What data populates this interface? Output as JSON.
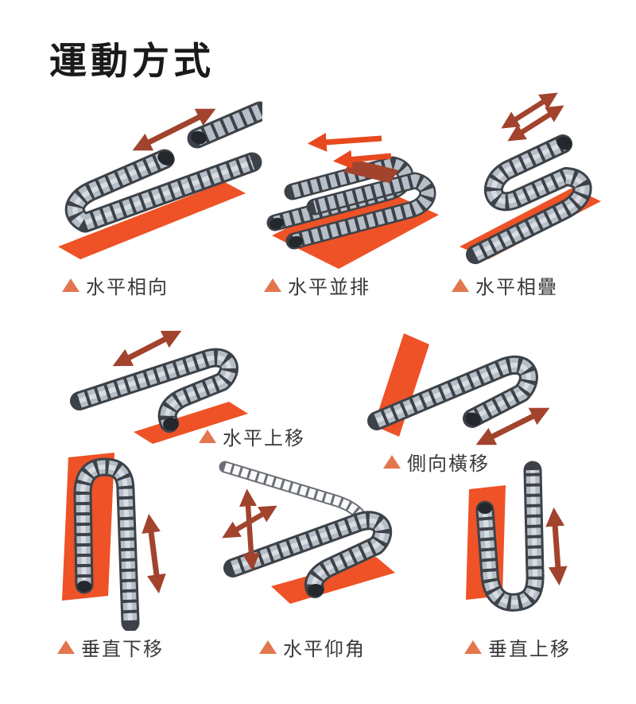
{
  "page": {
    "title": "運動方式"
  },
  "colors": {
    "background": "#ffffff",
    "title_text": "#1a1a1a",
    "label_text": "#3a3a3a",
    "bullet_orange": "#e2764e",
    "plate_orange": "#ee5226",
    "arrow_darkred": "#a2432e",
    "arrow_orange": "#e8491f",
    "chain_body": "#b6bec7",
    "chain_outline": "#3d4248"
  },
  "figures": [
    {
      "id": "horizontal-opposed",
      "label": "水平相向"
    },
    {
      "id": "horizontal-parallel",
      "label": "水平並排"
    },
    {
      "id": "horizontal-stacked",
      "label": "水平相疊"
    },
    {
      "id": "horizontal-raised",
      "label": "水平上移"
    },
    {
      "id": "side-traverse",
      "label": "側向橫移"
    },
    {
      "id": "vertical-down",
      "label": "垂直下移"
    },
    {
      "id": "horizontal-incline",
      "label": "水平仰角"
    },
    {
      "id": "vertical-up",
      "label": "垂直上移"
    }
  ]
}
